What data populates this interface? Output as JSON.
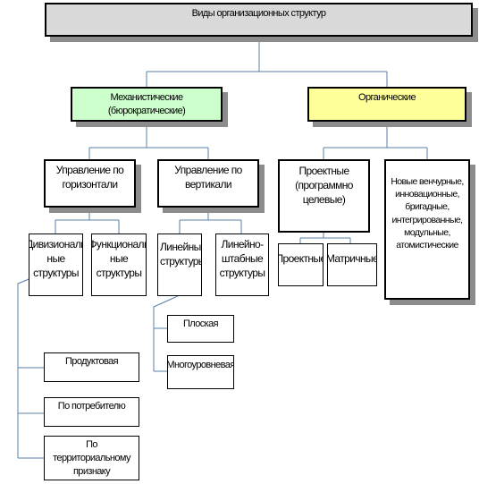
{
  "diagram": {
    "title": "Виды организационных структур",
    "mechanistic": "Механистические (бюрократические)",
    "organic": "Органические",
    "horizontal": "Управление по\nгоризонтали",
    "vertical": "Управление по\nвертикали",
    "project_group": "Проектные\n(программно\nцелевые)",
    "new_types": "Новые венчурные,\nинновационные,\nбригадные,\nинтегрированные,\nмодульные,\nатомистические",
    "divisional": "Дивизиональ\nные\nструктуры",
    "functional": "Функциональ\nные\nструктуры",
    "linear": "Линейные\nструктуры",
    "line_staff": "Линейно-\nштабные\nструктуры",
    "project": "Проектные",
    "matrix": "Матричные",
    "flat": "Плоская",
    "multilevel": "Многоуровневая",
    "product": "Продуктовая",
    "consumer": "По потребителю",
    "territorial": "По территориальному\nпризнаку"
  },
  "colors": {
    "title_fill": "#d9d9d9",
    "mechanistic_fill": "#ccffcc",
    "organic_fill": "#ffff99",
    "connector": "#5b7fa6",
    "shadow": "#8c8c8c"
  }
}
